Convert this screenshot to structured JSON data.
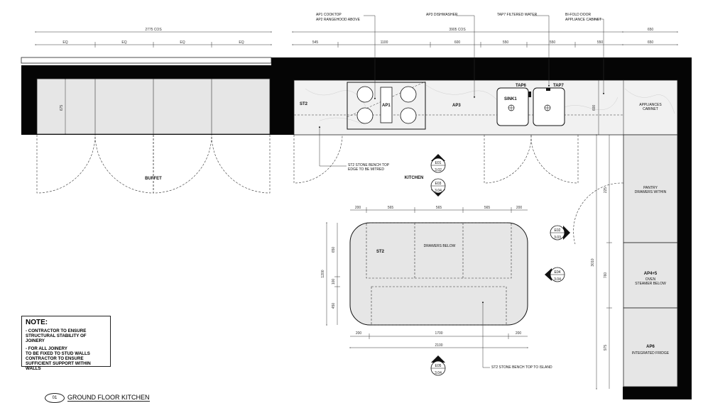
{
  "callouts": {
    "cooktop": "AP1 COOKTOP",
    "rangehood": "AP2 RANGEHOOD ABOVE",
    "dishwasher": "AP3 DISHWASHER",
    "filtered_water": "TAP7 FILTERED WATER",
    "bifold_1": "BI-FOLD DOOR",
    "bifold_2": "APPLIANCE CABINET",
    "bench_1": "ST2 STONE BENCH TOP",
    "bench_2": "EDGE TO BE MITRED",
    "island_bench": "ST2 STONE BENCH TOP TO ISLAND"
  },
  "dimensions": {
    "left_total": "2775 COS",
    "left_eq": [
      "EQ",
      "EQ",
      "EQ",
      "EQ"
    ],
    "left_depth": "675",
    "back_total": "3905 COS",
    "back_segments": [
      "545",
      "1100",
      "600",
      "550",
      "550",
      "550"
    ],
    "right_total": "650",
    "right_seg": "650",
    "wall_depth": "600",
    "island_top": [
      "200",
      "565",
      "565",
      "565",
      "200"
    ],
    "island_bottom": [
      "200",
      "1700",
      "200"
    ],
    "island_total": "2100",
    "island_left": [
      "1200",
      "650",
      "100",
      "450"
    ],
    "right_side": [
      "3010",
      "760",
      "975",
      "225"
    ]
  },
  "labels": {
    "st2_back": "ST2",
    "ap1": "AP1",
    "ap3": "AP3",
    "sink1": "SINK1",
    "tap6": "TAP6",
    "tap7": "TAP7",
    "appliance_cabinet_1": "APPLIANCES",
    "appliance_cabinet_2": "CABINET",
    "buffet": "BUFFET",
    "kitchen": "KITCHEN",
    "st2_island": "ST2",
    "drawers_below": "DRAWERS BELOW",
    "pantry_1": "PANTRY",
    "pantry_2": "DRAWERS WITHIN",
    "ap45": "AP4+5",
    "oven_1": "OVEN",
    "oven_2": "STEAMER BELOW",
    "ap6": "AP6",
    "fridge": "INTEGRATED FRIDGE"
  },
  "elevations": [
    {
      "id": "E01",
      "sheet": "3.02"
    },
    {
      "id": "E03",
      "sheet": "3.04"
    },
    {
      "id": "E02",
      "sheet": "3.03"
    },
    {
      "id": "E04",
      "sheet": "3.04"
    },
    {
      "id": "E05",
      "sheet": "3.04"
    }
  ],
  "note": {
    "title": "NOTE:",
    "p1": "- CONTRACTOR TO ENSURE\nSTRUCTURAL STABILITY OF JOINERY",
    "p2": "- FOR ALL JOINERY\nTO BE FIXED TO STUD WALLS\nCONTRACTOR TO ENSURE\nSUFFICIENT SUPPORT WITHIN WALLS"
  },
  "drawing": {
    "number": "01",
    "title": "GROUND FLOOR KITCHEN"
  }
}
